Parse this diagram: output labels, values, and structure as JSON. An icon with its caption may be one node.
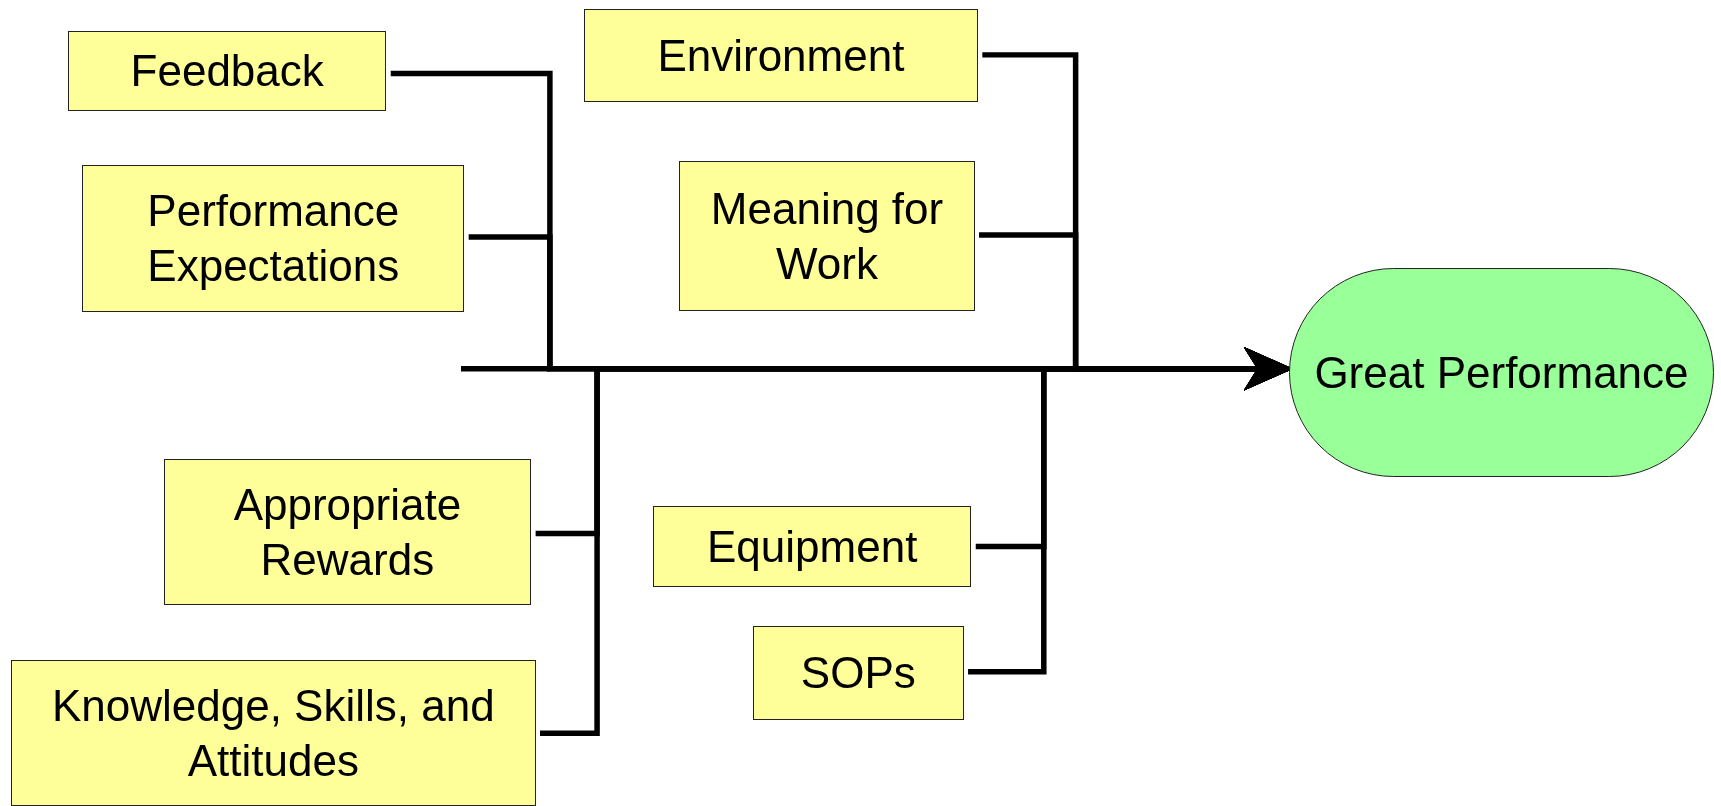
{
  "diagram": {
    "nodes": [
      {
        "text": [
          "Feedback"
        ]
      },
      {
        "text": [
          "Environment"
        ]
      },
      {
        "text": [
          "Performance Expectations"
        ]
      },
      {
        "text": [
          "Meaning for Work"
        ]
      },
      {
        "text": [
          "Great Performance"
        ]
      },
      {
        "text": [
          "Appropriate Rewards"
        ]
      },
      {
        "text": [
          "Equipment"
        ]
      },
      {
        "text": [
          "SOPs"
        ]
      },
      {
        "text": [
          "Knowledge, Skills, and Attitudes"
        ]
      }
    ],
    "edges": [
      {
        "from": 0,
        "to": 4,
        "arrow": "to"
      },
      {
        "from": 1,
        "to": 4,
        "arrow": "to"
      },
      {
        "from": 2,
        "to": 4,
        "arrow": "to"
      },
      {
        "from": 3,
        "to": 4,
        "arrow": "to"
      },
      {
        "from": 5,
        "to": 4,
        "arrow": "to"
      },
      {
        "from": 6,
        "to": 4,
        "arrow": "to"
      },
      {
        "from": 7,
        "to": 4,
        "arrow": "to"
      },
      {
        "from": 8,
        "to": 4,
        "arrow": "to"
      }
    ]
  }
}
